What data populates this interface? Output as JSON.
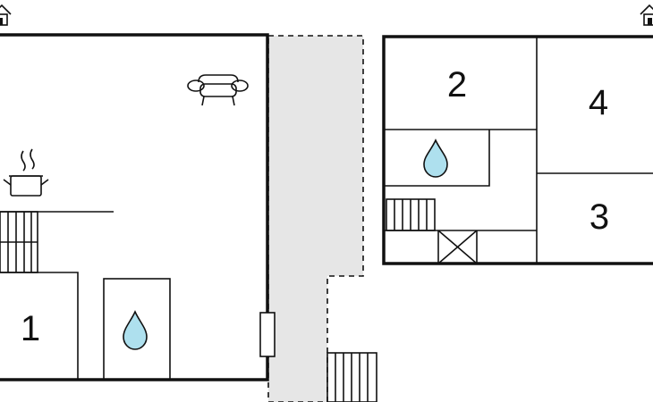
{
  "rooms": {
    "room_1": "1",
    "room_2": "2",
    "room_3": "3",
    "room_4": "4"
  },
  "icons": [
    "house-icon",
    "sofa-icon",
    "cooking-pot-icon",
    "water-drop-icon",
    "stairs-icon"
  ],
  "colors": {
    "wall": "#111111",
    "walkway": "#e6e6e6",
    "water_drop": "#aee0ee",
    "background": "#ffffff"
  }
}
